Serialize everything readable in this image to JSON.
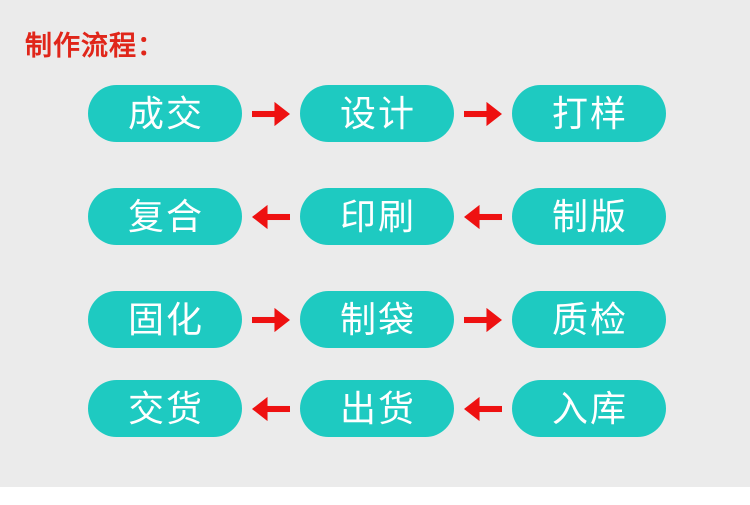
{
  "title": "制作流程：",
  "colors": {
    "background": "#ebebeb",
    "footer_strip": "#ffffff",
    "title": "#e0261a",
    "pill": "#1ecac1",
    "pill_text": "#ffffff",
    "arrow": "#ee1111"
  },
  "flow": {
    "rows": [
      {
        "direction": "right",
        "steps": [
          "成交",
          "设计",
          "打样"
        ]
      },
      {
        "direction": "left",
        "steps": [
          "复合",
          "印刷",
          "制版"
        ]
      },
      {
        "direction": "right",
        "steps": [
          "固化",
          "制袋",
          "质检"
        ]
      },
      {
        "direction": "left",
        "steps": [
          "交货",
          "出货",
          "入库"
        ]
      }
    ]
  }
}
